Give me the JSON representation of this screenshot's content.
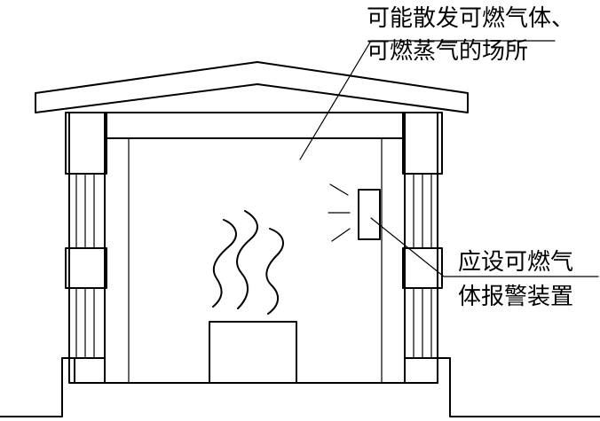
{
  "labels": {
    "hazard_area_line1": "可能散发可燃气体、",
    "hazard_area_line2": "可燃蒸气的场所",
    "detector_line1": "应设可燃气",
    "detector_line2": "体报警装置"
  },
  "icons": {
    "building": "building-icon",
    "fumes": "vapor-wave-icon",
    "detector": "gas-detector-icon",
    "alarm_signal": "alarm-ray-icon",
    "equipment": "equipment-box-icon"
  },
  "colors": {
    "stroke": "#000000",
    "background": "#ffffff"
  }
}
